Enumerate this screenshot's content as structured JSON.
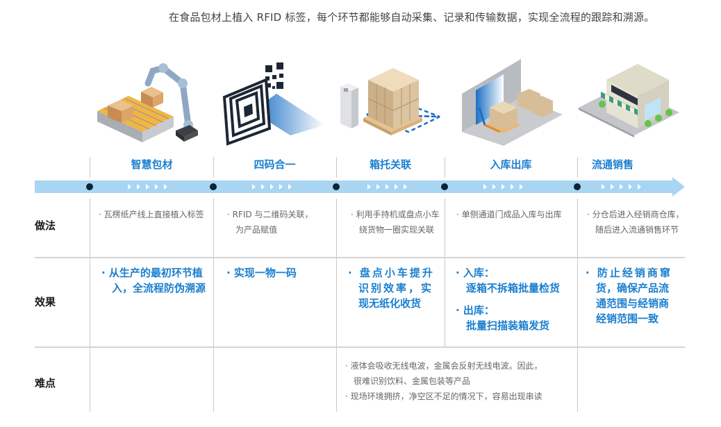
{
  "intro": "在食品包材上植入 RFID 标签，每个环节都能够自动采集、记录和传输数据，实现全流程的跟踪和溯源。",
  "colors": {
    "accent": "#1b7fcf",
    "timeline": "#a8d5f2",
    "dot": "#0e2336",
    "grid": "#c9c9c9",
    "label": "#1a1a1a",
    "body_text": "#666666"
  },
  "stages": [
    {
      "title": "智慧包材",
      "illustration": "robot-arm-conveyor-icon"
    },
    {
      "title": "四码合一",
      "illustration": "rfid-tag-qr-code-icon"
    },
    {
      "title": "箱托关联",
      "illustration": "pallet-boxes-reader-icon"
    },
    {
      "title": "入库出库",
      "illustration": "warehouse-dock-pallet-jack-icon"
    },
    {
      "title": "流通销售",
      "illustration": "retail-store-icon"
    }
  ],
  "rows": {
    "method": {
      "label": "做法",
      "cells": [
        [
          "· 瓦楞纸产线上直接植入标签"
        ],
        [
          "· RFID 与二维码关联，",
          "为产品赋值"
        ],
        [
          "· 利用手持机或盘点小车",
          "绕货物一圈实现关联"
        ],
        [
          "· 单侧通道门成品入库与出库"
        ],
        [
          "· 分仓后进入经销商仓库，",
          "随后进入流通销售环节"
        ]
      ]
    },
    "effect": {
      "label": "效果",
      "cells": [
        [
          "· 从生产的最初环节植",
          "入，全流程防伪溯源"
        ],
        [
          "· 实现一物一码"
        ],
        [
          "· 盘点小车提升",
          "识别效率，实",
          "现无纸化收货"
        ],
        [
          "· 入库：",
          "逐箱不拆箱批量检货",
          "· 出库：",
          "批量扫描装箱发货"
        ],
        [
          "· 防止经销商窜",
          "货，确保产品流",
          "通范围与经销商",
          "经销范围一致"
        ]
      ]
    },
    "difficulty": {
      "label": "难点",
      "cells": [
        [],
        [],
        [
          "· 液体会吸收无线电波，金属会反射无线电波。因此，",
          "很难识别饮料、金属包装等产品",
          "· 现场环境拥挤，净空区不足的情况下，容易出现串读"
        ],
        []
      ]
    }
  }
}
